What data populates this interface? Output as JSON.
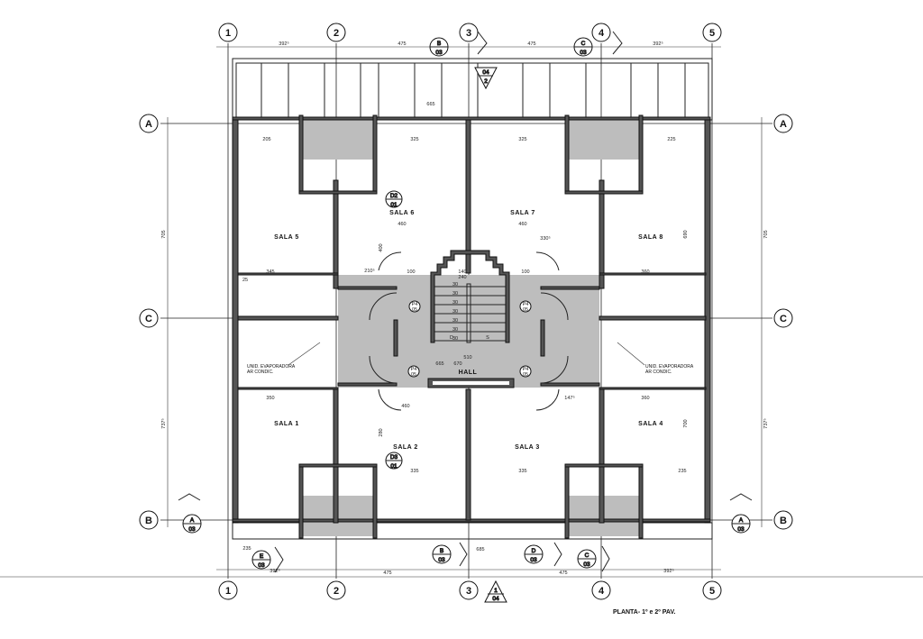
{
  "title": "PLANTA- 1º e 2º PAV.",
  "grid_columns": [
    "1",
    "2",
    "3",
    "4",
    "5"
  ],
  "grid_rows": [
    "A",
    "C",
    "B"
  ],
  "rooms": [
    "SALA 1",
    "SALA 2",
    "SALA 3",
    "SALA 4",
    "SALA 5",
    "SALA 6",
    "SALA 7",
    "SALA 8",
    "HALL"
  ],
  "notes": {
    "evaporator_line1": "UNID. EVAPORADORA",
    "evaporator_line2": "AR CONDIC."
  },
  "section_marks": [
    {
      "letter": "B",
      "sheet": "03"
    },
    {
      "letter": "C",
      "sheet": "03"
    },
    {
      "letter": "E",
      "sheet": "03"
    },
    {
      "letter": "B",
      "sheet": "03"
    },
    {
      "letter": "D",
      "sheet": "03"
    },
    {
      "letter": "C",
      "sheet": "03"
    },
    {
      "letter": "A",
      "sheet": "03"
    },
    {
      "letter": "A",
      "sheet": "03"
    }
  ],
  "detail_marks": [
    {
      "top": "D2",
      "bottom": "01"
    },
    {
      "top": "D3",
      "bottom": "01"
    }
  ],
  "triangle_marks": [
    {
      "top": "04",
      "bottom": "2"
    },
    {
      "top": "1",
      "bottom": "04"
    }
  ],
  "door_tags": [
    {
      "top": "P4",
      "bottom": "05"
    },
    {
      "top": "P4",
      "bottom": "05"
    },
    {
      "top": "P4",
      "bottom": "05"
    },
    {
      "top": "P4",
      "bottom": "05"
    }
  ],
  "dimensions": {
    "top": [
      "392⁵",
      "475",
      "475",
      "392⁵"
    ],
    "bottom": [
      "392⁵",
      "475",
      "475",
      "392⁵"
    ],
    "mid_top": "665",
    "mid_bottom": "685",
    "left_upper": "705",
    "left_lower": "737⁵",
    "right_upper": "705",
    "right_lower": "737⁵",
    "room_widths_top": [
      "325",
      "325",
      "460",
      "460"
    ],
    "room_widths_bottom": [
      "335",
      "335",
      "460"
    ],
    "side_top": [
      "205",
      "225",
      "345",
      "360"
    ],
    "side_bottom": [
      "350",
      "360",
      "235",
      "235"
    ],
    "hall": [
      "510",
      "140",
      "240",
      "100",
      "100"
    ],
    "stair_steps": [
      "30",
      "30",
      "30",
      "30",
      "30",
      "30",
      "30"
    ],
    "stair_labels": [
      "D",
      "S"
    ],
    "levels": [
      "665",
      "670"
    ],
    "misc": [
      "210⁵",
      "147⁵",
      "330⁵",
      "690",
      "700",
      "400",
      "280",
      "25"
    ]
  }
}
